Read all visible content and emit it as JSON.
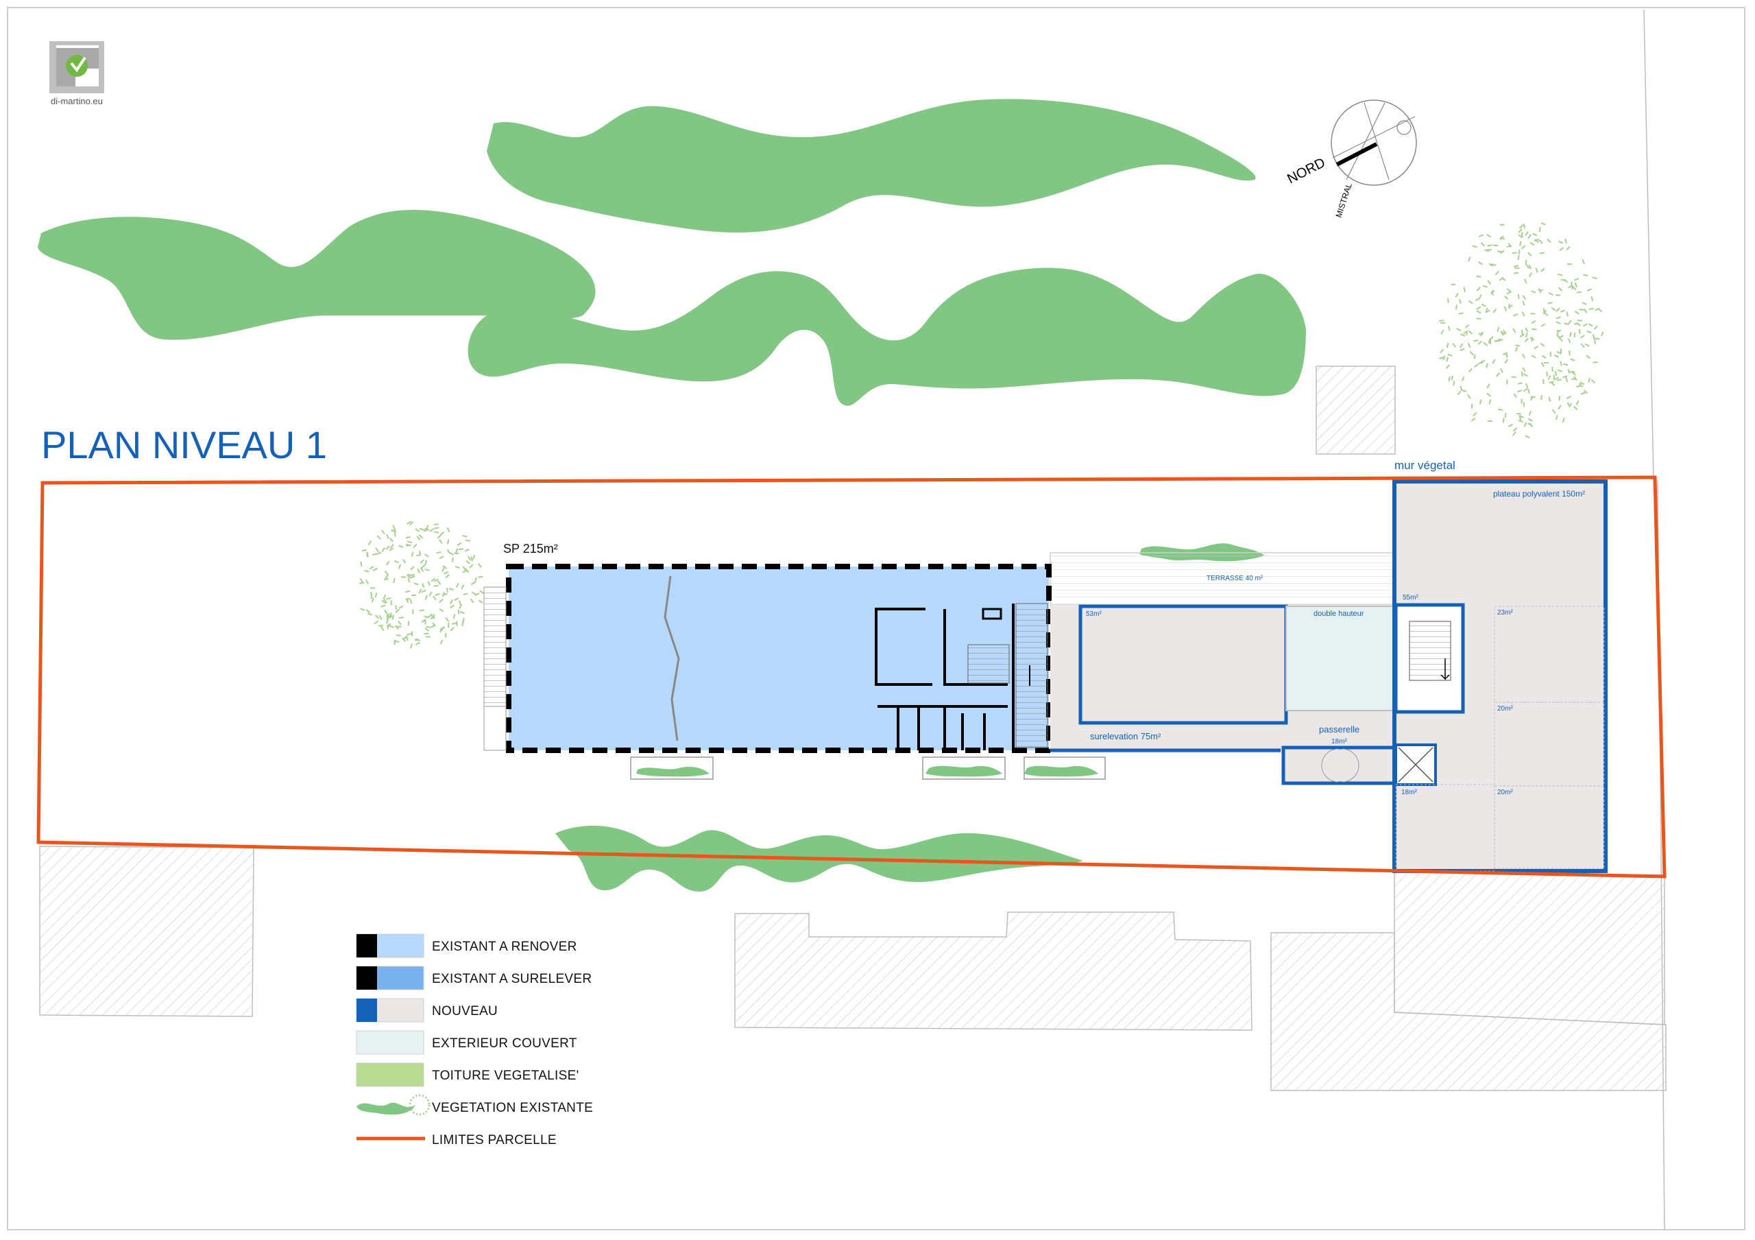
{
  "logo": {
    "text": "di-martino.eu"
  },
  "title": "PLAN NIVEAU 1",
  "compass": {
    "nord": "NORD",
    "mistral": "MISTRAL"
  },
  "labels": {
    "sp": "SP 215m²",
    "terrasse": "TERRASSE 40 m²",
    "double_hauteur": "double hauteur",
    "a53": "53m²",
    "a55": "55m²",
    "a23": "23m²",
    "a20a": "20m²",
    "a20b": "20m²",
    "a18a": "18m²",
    "a18b": "18m²",
    "surelevation": "surelevation 75m²",
    "passerelle": "passerelle",
    "mur_vegetal": "mur végetal",
    "plateau": "plateau polyvalent 150m²"
  },
  "legend": [
    {
      "label": "EXISTANT A RENOVER",
      "dark": "#000000",
      "light": "#b6d9fb"
    },
    {
      "label": "EXISTANT A SURELEVER",
      "dark": "#000000",
      "light": "#79b1ee"
    },
    {
      "label": "NOUVEAU",
      "dark": "#1561b8",
      "light": "#ebe7e7"
    },
    {
      "label": "EXTERIEUR COUVERT",
      "light": "#e6f2f2"
    },
    {
      "label": "TOITURE VEGETALISE'",
      "light": "#b8dc90"
    },
    {
      "label": "VEGETATION EXISTANTE",
      "icon": "vegetation-icon"
    },
    {
      "label": "LIMITES PARCELLE",
      "line": "#e8551d"
    }
  ],
  "colors": {
    "vegetation": "#82c684",
    "parcel": "#e8551d",
    "renover": "#b6d9fb",
    "nouveau_wall": "#1561b8",
    "nouveau_fill": "#ebe7e7",
    "title": "#1561b8"
  }
}
